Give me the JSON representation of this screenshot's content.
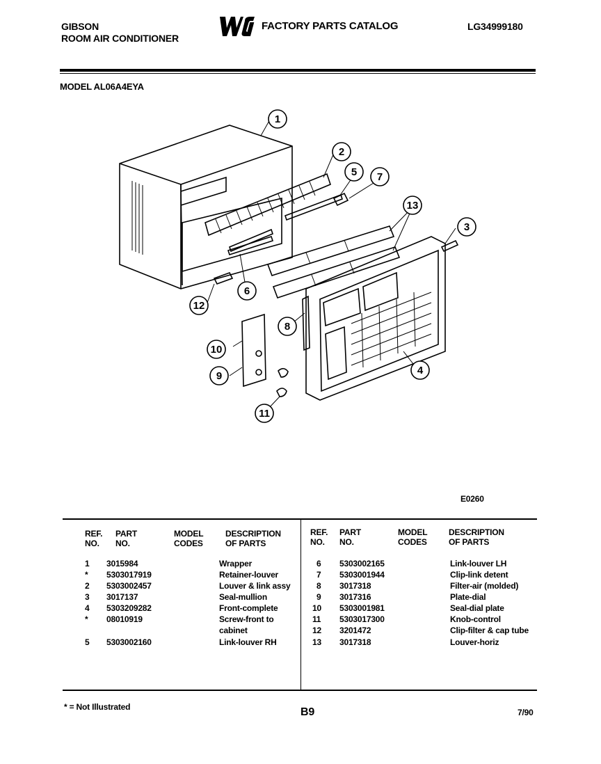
{
  "header": {
    "brand": "GIBSON",
    "product": "ROOM AIR CONDITIONER",
    "logo": "WCI",
    "catalog_title": "FACTORY PARTS CATALOG",
    "catalog_number": "LG34999180",
    "model_label": "MODEL AL06A4EYA"
  },
  "diagram": {
    "figure_code": "E0260",
    "callouts": [
      "1",
      "2",
      "3",
      "4",
      "5",
      "6",
      "7",
      "8",
      "9",
      "10",
      "11",
      "12",
      "13"
    ]
  },
  "table": {
    "headers": {
      "ref": [
        "REF.",
        "NO."
      ],
      "part": [
        "PART",
        "NO."
      ],
      "model": [
        "MODEL",
        "CODES"
      ],
      "desc": [
        "DESCRIPTION",
        "OF PARTS"
      ]
    },
    "left_rows": [
      {
        "ref": "1",
        "part": "3015984",
        "model": "",
        "desc": "Wrapper"
      },
      {
        "ref": "*",
        "part": "5303017919",
        "model": "",
        "desc": "Retainer-louver"
      },
      {
        "ref": "2",
        "part": "5303002457",
        "model": "",
        "desc": "Louver & link assy"
      },
      {
        "ref": "3",
        "part": "3017137",
        "model": "",
        "desc": "Seal-mullion"
      },
      {
        "ref": "4",
        "part": "5303209282",
        "model": "",
        "desc": "Front-complete"
      },
      {
        "ref": "*",
        "part": "08010919",
        "model": "",
        "desc": "Screw-front to"
      },
      {
        "ref": "",
        "part": "",
        "model": "",
        "desc": "cabinet"
      },
      {
        "ref": "5",
        "part": "5303002160",
        "model": "",
        "desc": "Link-louver RH"
      }
    ],
    "right_rows": [
      {
        "ref": "6",
        "part": "5303002165",
        "model": "",
        "desc": "Link-louver LH"
      },
      {
        "ref": "7",
        "part": "5303001944",
        "model": "",
        "desc": "Clip-link detent"
      },
      {
        "ref": "8",
        "part": "3017318",
        "model": "",
        "desc": "Filter-air (molded)"
      },
      {
        "ref": "9",
        "part": "3017316",
        "model": "",
        "desc": "Plate-dial"
      },
      {
        "ref": "10",
        "part": "5303001981",
        "model": "",
        "desc": "Seal-dial plate"
      },
      {
        "ref": "11",
        "part": "5303017300",
        "model": "",
        "desc": "Knob-control"
      },
      {
        "ref": "12",
        "part": "3201472",
        "model": "",
        "desc": "Clip-filter & cap tube"
      },
      {
        "ref": "13",
        "part": "3017318",
        "model": "",
        "desc": "Louver-horiz"
      }
    ]
  },
  "footer": {
    "note": "* = Not Illustrated",
    "page": "B9",
    "date": "7/90"
  }
}
